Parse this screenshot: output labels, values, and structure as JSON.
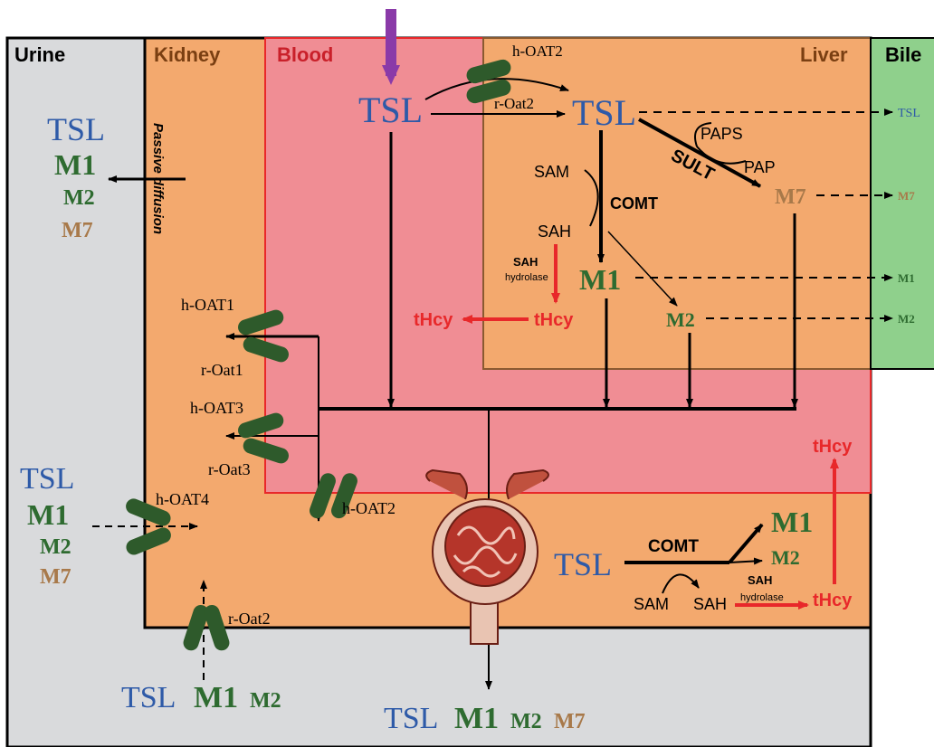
{
  "regions": {
    "urine": "Urine",
    "kidney": "Kidney",
    "blood": "Blood",
    "liver": "Liver",
    "bile": "Bile"
  },
  "labels": {
    "passive_diffusion": "Passive diffusion",
    "h_oat2": "h-OAT2",
    "r_oat2": "r-Oat2",
    "h_oat1": "h-OAT1",
    "r_oat1": "r-Oat1",
    "h_oat3": "h-OAT3",
    "r_oat3": "r-Oat3",
    "h_oat4": "h-OAT4",
    "paps": "PAPS",
    "pap": "PAP",
    "sult": "SULT",
    "sam": "SAM",
    "sah": "SAH",
    "comt": "COMT",
    "sah_hydrolase": [
      "SAH",
      "hydrolase"
    ],
    "sah_hydrolase_one": "SAH",
    "hydrolase": "hydrolase",
    "thcy": "tHcy"
  },
  "compounds": {
    "tsl": "TSL",
    "m1": "M1",
    "m2": "M2",
    "m7": "M7"
  },
  "colors": {
    "urine_bg": "#d9dadc",
    "kidney_bg": "#f3a96e",
    "blood_bg": "#f08d94",
    "liver_bg": "#f3a96e",
    "bile_bg": "#8fd08c",
    "transporter": "#2e5a2b",
    "input_arrow": "#8a3aa8",
    "thcy_red": "#e8282a"
  }
}
